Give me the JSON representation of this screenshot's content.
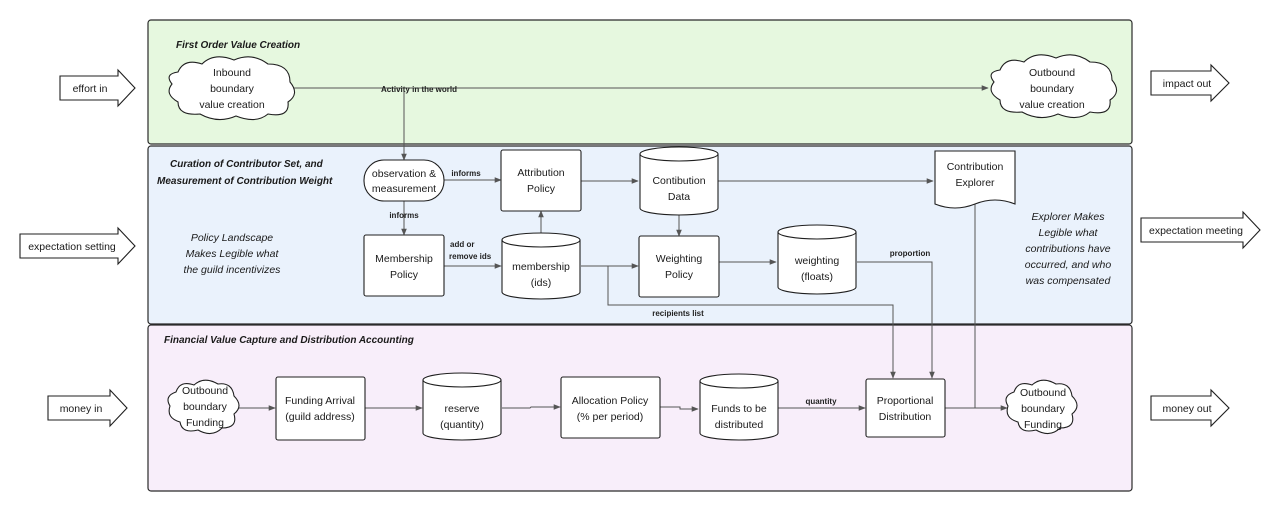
{
  "lanes": {
    "first_order": {
      "title": "First Order Value Creation",
      "color": "#e6f8df"
    },
    "curation": {
      "title_line1": "Curation of Contributor Set, and",
      "title_line2": "Measurement of Contribution Weight",
      "color": "#eaf2fc"
    },
    "financial": {
      "title": "Financial Value Capture and Distribution Accounting",
      "color": "#f8eefa"
    }
  },
  "side_arrows": {
    "effort_in": "effort in",
    "impact_out": "impact out",
    "expectation_setting": "expectation setting",
    "expectation_meeting": "expectation meeting",
    "money_in": "money in",
    "money_out": "money out"
  },
  "nodes": {
    "inbound_value": [
      "Inbound",
      "boundary",
      "value creation"
    ],
    "outbound_value": [
      "Outbound",
      "boundary",
      "value creation"
    ],
    "observation": [
      "observation &",
      "measurement"
    ],
    "attribution_policy": [
      "Attribution",
      "Policy"
    ],
    "contribution_data": [
      "Contibution",
      "Data"
    ],
    "contribution_explorer": [
      "Contribution",
      "Explorer"
    ],
    "membership_policy": [
      "Membership",
      "Policy"
    ],
    "membership_ids": [
      "membership",
      "(ids)"
    ],
    "weighting_policy": [
      "Weighting",
      "Policy"
    ],
    "weighting_floats": [
      "weighting",
      "(floats)"
    ],
    "outbound_funding_in": [
      "Outbound",
      "boundary",
      "Funding"
    ],
    "funding_arrival": [
      "Funding Arrival",
      "(guild address)"
    ],
    "reserve": [
      "reserve",
      "(quantity)"
    ],
    "allocation_policy": [
      "Allocation Policy",
      "(% per period)"
    ],
    "funds_distributed": [
      "Funds to be",
      "distributed"
    ],
    "proportional_distribution": [
      "Proportional",
      "Distribution"
    ],
    "outbound_funding_out": [
      "Outbound",
      "boundary",
      "Funding"
    ]
  },
  "edge_labels": {
    "activity": "Activity in the world",
    "informs_right": "informs",
    "informs_down": "informs",
    "add_remove_1": "add or",
    "add_remove_2": "remove ids",
    "proportion": "proportion",
    "recipients": "recipients list",
    "quantity": "quantity"
  },
  "notes": {
    "policy_landscape": [
      "Policy Landscape",
      "Makes Legible what",
      "the guild incentivizes"
    ],
    "explorer_note": [
      "Explorer Makes",
      "Legible what",
      "contributions have",
      "occurred, and who",
      "was compensated"
    ]
  }
}
